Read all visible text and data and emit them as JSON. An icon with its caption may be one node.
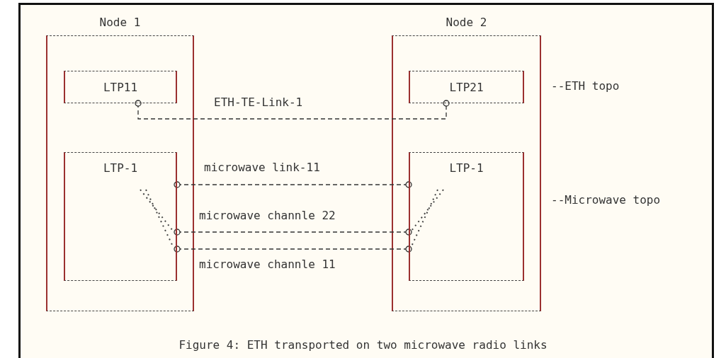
{
  "diagram": {
    "caption": "Figure 4: ETH transported on two microwave radio links",
    "nodes": [
      {
        "text": [
          "Node 1"
        ]
      },
      {
        "text": [
          "LTP11"
        ],
        "in": 0
      },
      {
        "text": [
          "LTP-1"
        ],
        "in": 0
      },
      {
        "text": [
          "Node 2"
        ]
      },
      {
        "text": [
          "LTP21"
        ],
        "in": 3
      },
      {
        "text": [
          "LTP-1"
        ],
        "in": 3
      }
    ],
    "edges": [
      {
        "from": 1,
        "to": 4,
        "arrow": "other",
        "label": "ETH-TE-Link-1"
      },
      {
        "from": 2,
        "to": 5,
        "arrow": "other",
        "label": "microwave link-11"
      },
      {
        "from": 2,
        "to": 5,
        "arrow": "other",
        "label": "microwave channle 22"
      },
      {
        "from": 2,
        "to": 5,
        "arrow": "other",
        "label": "microwave channle 11"
      }
    ],
    "labels": [
      "--ETH topo",
      "--Microwave topo"
    ]
  }
}
